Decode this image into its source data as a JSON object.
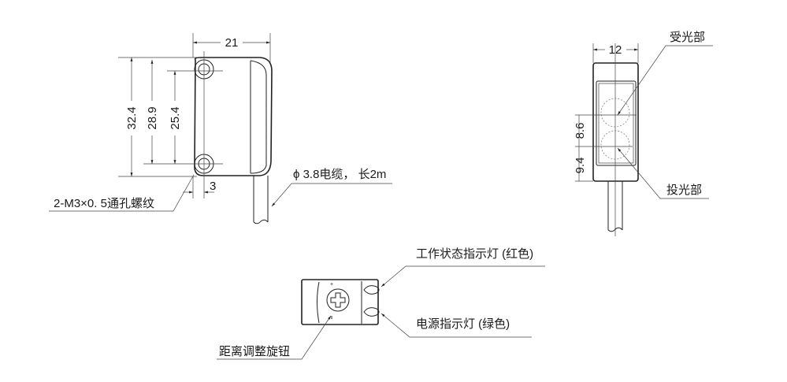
{
  "front_view": {
    "dim_width": "21",
    "dim_height_total": "32.4",
    "dim_height_mid": "28.9",
    "dim_hole_pitch": "25.4",
    "dim_hole_offset": "3",
    "thread_label": "2-M3×0. 5通孔螺纹",
    "cable_label": "ϕ 3.8电缆， 长2m"
  },
  "side_view": {
    "dim_width": "12",
    "dim_upper": "8.6",
    "dim_lower": "9.4",
    "receiver_label": "受光部",
    "emitter_label": "投光部"
  },
  "top_view": {
    "operation_indicator_label": "工作状态指示灯 (红色)",
    "power_indicator_label": "电源指示灯 (绿色)",
    "distance_knob_label": "距离调整旋钮"
  }
}
